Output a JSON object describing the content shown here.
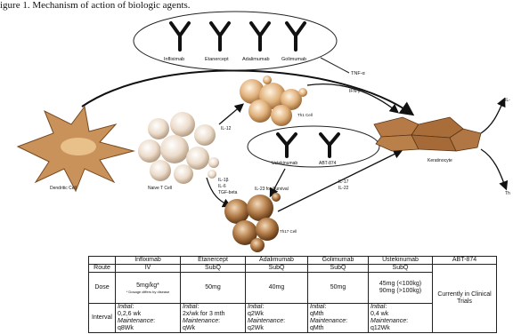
{
  "caption": "igure 1. Mechanism of action of biologic agents.",
  "diagram": {
    "drugs_top": [
      "Infliximab",
      "Etanercept",
      "Adalimumab",
      "Golimumab"
    ],
    "tnf_label": "TNF-α",
    "ifn_label": "IFN-γ",
    "th1_label": "Th1 Cell",
    "il12_label": "IL-12",
    "il23_label": "IL-23 for Survival",
    "drugs_mid": [
      "Ustekinumab",
      "ABT-874"
    ],
    "naive_label": "Naive T Cell",
    "dendritic_label": "Dendritic Cell",
    "cytokines": [
      "IL-1β",
      "IL-6",
      "TGF-beta"
    ],
    "il17_label": "IL-17",
    "il22_label": "IL-22",
    "th17_label": "Th17 Cell",
    "keratinocyte_label": "Keratinocyte",
    "right_label_top": "IL-",
    "right_label_bottom": "Th"
  },
  "table": {
    "headers": [
      "",
      "Infliximab",
      "Etanercept",
      "Adalimumab",
      "Golimumab",
      "Ustekinumab",
      "ABT-874"
    ],
    "route": [
      "Route",
      "IV",
      "SubQ",
      "SubQ",
      "SubQ",
      "SubQ"
    ],
    "dose": {
      "label": "Dose",
      "infliximab": "5mg/kg*",
      "infliximab_note": "* Dosage differs by disease",
      "etanercept": "50mg",
      "adalimumab": "40mg",
      "golimumab": "50mg",
      "ustekinumab_1": "45mg (<100kg)",
      "ustekinumab_2": "90mg (>100kg)",
      "abt874": "Currently in Clinical Trials"
    },
    "interval": {
      "label": "Interval",
      "initial_label": "Initial",
      "maintenance_label": "Maintenance",
      "infliximab_initial": "0,2,6 wk",
      "infliximab_maint": "q8Wk",
      "etanercept_initial": "2x/wk for 3 mth",
      "etanercept_maint": "qWk",
      "adalimumab_initial": "q2Wk",
      "adalimumab_maint": "q2Wk",
      "golimumab_initial": "qMth",
      "golimumab_maint": "qMth",
      "ustekinumab_initial": "0,4 wk",
      "ustekinumab_maint": "q12Wk"
    }
  }
}
